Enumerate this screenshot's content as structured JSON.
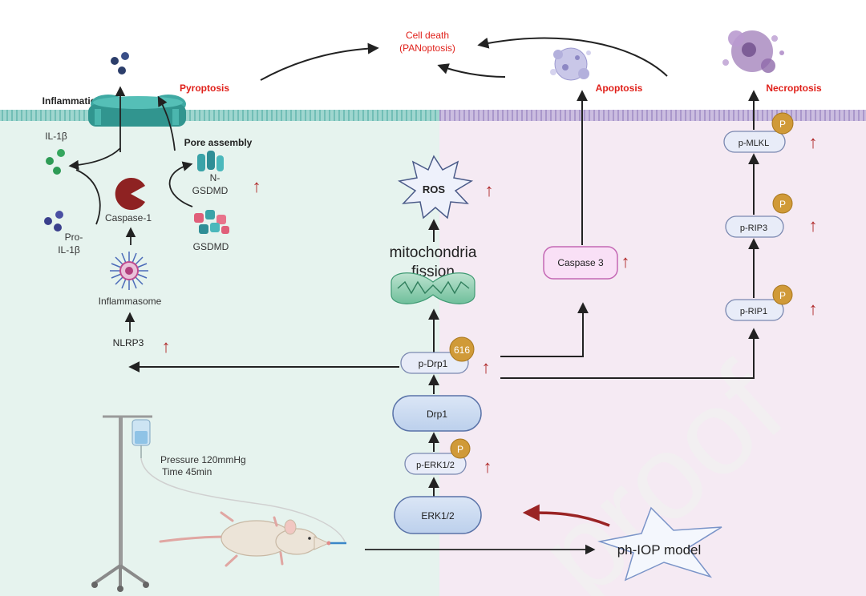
{
  "labels": {
    "cell_death_1": "Cell death",
    "cell_death_2": "(PANoptosis)",
    "pyroptosis": "Pyroptosis",
    "apoptosis": "Apoptosis",
    "necroptosis": "Necroptosis",
    "inflammation": "Inflammation",
    "il1b": "IL-1β",
    "pore_assembly": "Pore assembly",
    "n_gsdmd_1": "N-",
    "n_gsdmd_2": "GSDMD",
    "gsdmd": "GSDMD",
    "caspase1": "Caspase-1",
    "pro_il1b_1": "Pro-",
    "pro_il1b_2": "IL-1β",
    "inflammasome": "Inflammasome",
    "nlrp3": "NLRP3",
    "ros": "ROS",
    "mito_1": "mitochondria",
    "mito_2": "fission",
    "caspase3": "Caspase 3",
    "p_drp1": "p-Drp1",
    "site_616": "616",
    "drp1": "Drp1",
    "p_erk": "p-ERK1/2",
    "erk": "ERK1/2",
    "p_mlkl": "p-MLKL",
    "p_rip3": "p-RIP3",
    "p_rip1": "p-RIP1",
    "phospho": "P",
    "pressure": "Pressure 120mmHg",
    "time": "Time  45min",
    "model": "ph-IOP model",
    "watermark": "proof"
  },
  "colors": {
    "left_bg": "#e6f3ee",
    "right_bg": "#f5eaf3",
    "membrane_left": "#7ec9c2",
    "membrane_right": "#b8a6d4",
    "node_fill": "#e8ecf8",
    "node_stroke": "#7a88b0",
    "phospho": "#d09a38",
    "red_text": "#e0201a",
    "up_arrow": "#b02a2a",
    "caspase3_fill": "#f9e0f6",
    "caspase3_stroke": "#c468b4"
  }
}
